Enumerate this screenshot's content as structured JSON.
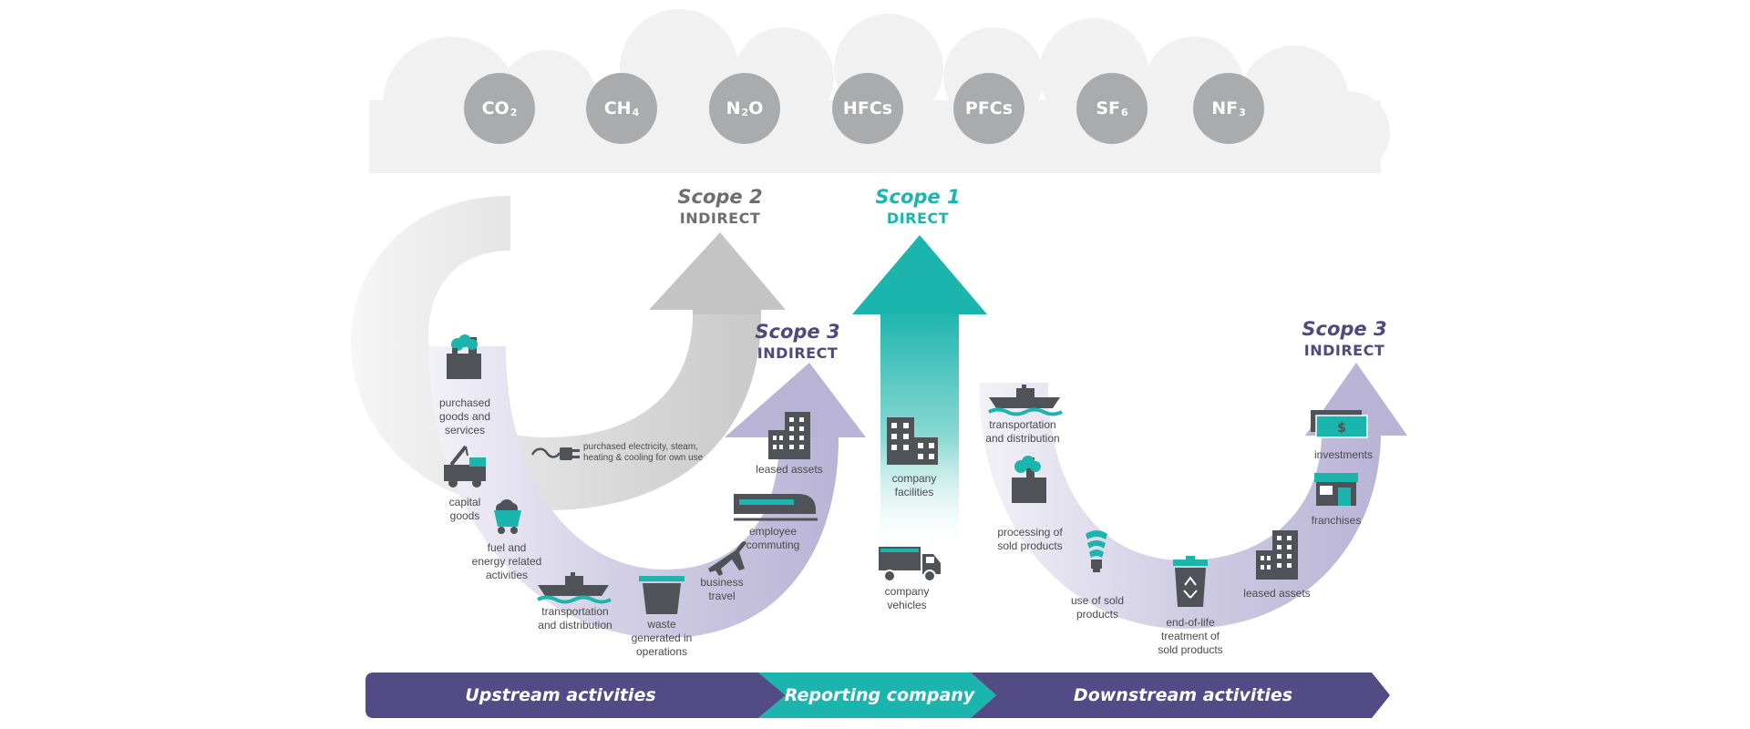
{
  "gases": [
    {
      "base": "CO",
      "sub": "2"
    },
    {
      "base": "CH",
      "sub": "4"
    },
    {
      "base": "N",
      "sub": "2",
      "tail": "O"
    },
    {
      "base": "HFCs",
      "sub": ""
    },
    {
      "base": "PFCs",
      "sub": ""
    },
    {
      "base": "SF",
      "sub": "6"
    },
    {
      "base": "NF",
      "sub": "3"
    }
  ],
  "scopes": {
    "scope2": {
      "title": "Scope 2",
      "subtitle": "INDIRECT",
      "color": "#6e6e6e"
    },
    "scope1": {
      "title": "Scope 1",
      "subtitle": "DIRECT",
      "color": "#1cb5ad"
    },
    "scope3_upstream": {
      "title": "Scope 3",
      "subtitle": "INDIRECT",
      "color": "#4e4a7c"
    },
    "scope3_downstream": {
      "title": "Scope 3",
      "subtitle": "INDIRECT",
      "color": "#4e4a7c"
    }
  },
  "upstream": {
    "purchased_goods": "purchased\ngoods and\nservices",
    "capital_goods": "capital\ngoods",
    "fuel_energy": "fuel and\nenergy related\nactivities",
    "transportation": "transportation\nand distribution",
    "waste": "waste\ngenerated in\noperations",
    "business_travel": "business\ntravel",
    "employee_commuting": "employee\ncommuting",
    "leased_assets": "leased assets"
  },
  "scope2_item": "purchased electricity, steam,\nheating & cooling for own use",
  "company": {
    "facilities": "company\nfacilities",
    "vehicles": "company\nvehicles"
  },
  "downstream": {
    "transportation": "transportation\nand distribution",
    "processing": "processing of\nsold products",
    "use": "use of sold\nproducts",
    "end_of_life": "end-of-life\ntreatment of\nsold products",
    "leased_assets": "leased assets",
    "franchises": "franchises",
    "investments": "investments"
  },
  "band": {
    "upstream": "Upstream activities",
    "reporting": "Reporting company",
    "downstream": "Downstream activities"
  },
  "colors": {
    "cloud": "#f1f1f1",
    "gas": "#a9abad",
    "teal": "#1cb5ad",
    "purple": "#4e4a7c",
    "lavender": "#c9c5df",
    "gray_arrow": "#c4c4c4",
    "icon": "#4f5256"
  }
}
